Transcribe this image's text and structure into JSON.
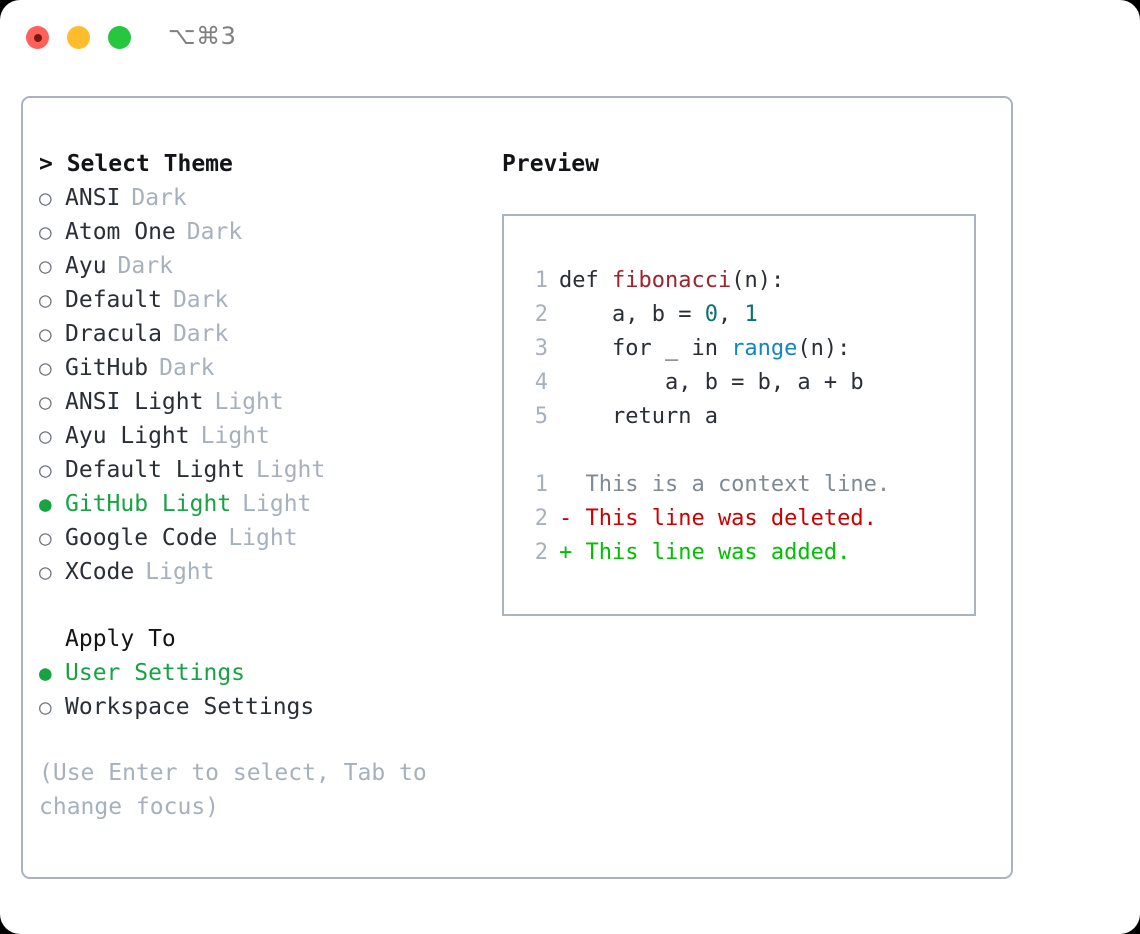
{
  "titlebar": {
    "shortcut": "⌥⌘3",
    "buttons": {
      "close": "close",
      "minimize": "minimize",
      "maximize": "maximize"
    }
  },
  "theme_section": {
    "prefix": "> ",
    "title": "Select Theme",
    "focused": true,
    "marker_unselected": "○",
    "marker_selected": "●",
    "options": [
      {
        "label": "ANSI",
        "badge": "Dark",
        "selected": false
      },
      {
        "label": "Atom One",
        "badge": "Dark",
        "selected": false
      },
      {
        "label": "Ayu",
        "badge": "Dark",
        "selected": false
      },
      {
        "label": "Default",
        "badge": "Dark",
        "selected": false
      },
      {
        "label": "Dracula",
        "badge": "Dark",
        "selected": false
      },
      {
        "label": "GitHub",
        "badge": "Dark",
        "selected": false
      },
      {
        "label": "ANSI Light",
        "badge": "Light",
        "selected": false
      },
      {
        "label": "Ayu Light",
        "badge": "Light",
        "selected": false
      },
      {
        "label": "Default Light",
        "badge": "Light",
        "selected": false
      },
      {
        "label": "GitHub Light",
        "badge": "Light",
        "selected": true
      },
      {
        "label": "Google Code",
        "badge": "Light",
        "selected": false
      },
      {
        "label": "XCode",
        "badge": "Light",
        "selected": false
      }
    ]
  },
  "apply_section": {
    "title": "Apply To",
    "focused": false,
    "options": [
      {
        "label": "User Settings",
        "selected": true
      },
      {
        "label": "Workspace Settings",
        "selected": false
      }
    ]
  },
  "hint": "(Use Enter to select, Tab to change focus)",
  "preview": {
    "title": "Preview",
    "code_lines": [
      {
        "number": "1",
        "segments": [
          {
            "text": "def ",
            "type": "plain"
          },
          {
            "text": "fibonacci",
            "type": "function"
          },
          {
            "text": "(n):",
            "type": "plain"
          }
        ]
      },
      {
        "number": "2",
        "segments": [
          {
            "text": "    a, b = ",
            "type": "plain"
          },
          {
            "text": "0",
            "type": "number"
          },
          {
            "text": ", ",
            "type": "plain"
          },
          {
            "text": "1",
            "type": "number"
          }
        ]
      },
      {
        "number": "3",
        "segments": [
          {
            "text": "    for _ in ",
            "type": "plain"
          },
          {
            "text": "range",
            "type": "builtin"
          },
          {
            "text": "(n):",
            "type": "plain"
          }
        ]
      },
      {
        "number": "4",
        "segments": [
          {
            "text": "        a, b = b, a + b",
            "type": "plain"
          }
        ]
      },
      {
        "number": "5",
        "segments": [
          {
            "text": "    return a",
            "type": "plain"
          }
        ]
      }
    ],
    "diff_lines": [
      {
        "number": "1",
        "text": "  This is a context line.",
        "kind": "context"
      },
      {
        "number": "2",
        "text": "- This line was deleted.",
        "kind": "deleted"
      },
      {
        "number": "2",
        "text": "+ This line was added.",
        "kind": "added"
      }
    ]
  },
  "colors": {
    "accent_green": "#17a343",
    "diff_added": "#00c000",
    "diff_deleted": "#cc0000",
    "function_red": "#a3212b",
    "number_teal": "#077472",
    "builtin_blue": "#1287bf",
    "muted": "#a7b0bd",
    "border": "#aab3c0"
  }
}
